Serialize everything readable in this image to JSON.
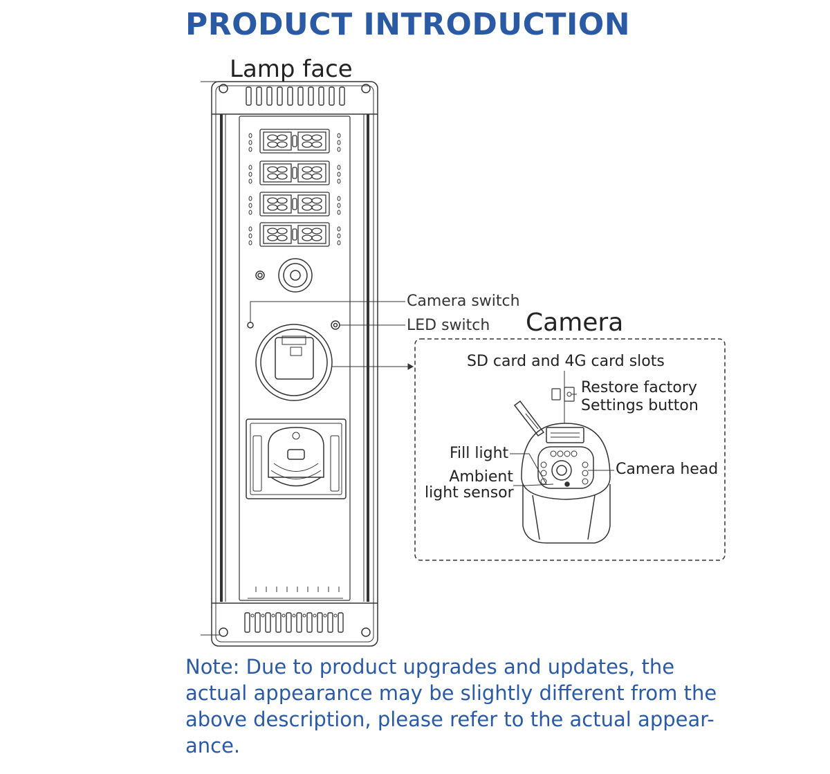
{
  "header": {
    "title": "PRODUCT INTRODUCTION"
  },
  "diagram": {
    "lamp_face_label": "Lamp face",
    "camera_switch_label": "Camera switch",
    "led_switch_label": "LED switch",
    "camera_label": "Camera",
    "sd_card_label": "SD card and 4G card slots",
    "restore_label_line1": "Restore factory",
    "restore_label_line2": "Settings button",
    "fill_light_label": "Fill light",
    "ambient_label_line1": "Ambient",
    "ambient_label_line2": "light sensor",
    "camera_head_label": "Camera head"
  },
  "note": {
    "text": "Note: Due to product upgrades and updates, the actual appearance may be slightly different from the above description, please refer to the actual appear-ance."
  },
  "colors": {
    "title": "#2b5aa5",
    "note": "#2b5aa5",
    "line": "#333333"
  }
}
